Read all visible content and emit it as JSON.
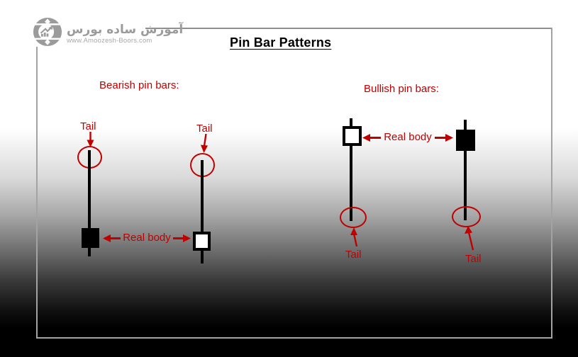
{
  "logo": {
    "brand_name": "آموزش ساده بورس",
    "website": "www.Amoozesh-Boors.com"
  },
  "title": "Pin Bar Patterns",
  "sections": {
    "bearish_label": "Bearish pin bars:",
    "bullish_label": "Bullish pin bars:"
  },
  "annotations": {
    "tail": "Tail",
    "real_body": "Real body"
  },
  "colors": {
    "annotation_red": "#c00000",
    "candle_black": "#000000",
    "logo_gray": "#9b9b9b",
    "frame_gray": "#a3a3a3",
    "background_top": "#ffffff",
    "background_bottom": "#000000"
  },
  "figures": [
    {
      "section": "bearish",
      "pattern": "pin bar",
      "body_fill": "filled",
      "body_position": "bottom",
      "tail_direction": "up"
    },
    {
      "section": "bearish",
      "pattern": "pin bar",
      "body_fill": "hollow",
      "body_position": "bottom",
      "tail_direction": "up"
    },
    {
      "section": "bullish",
      "pattern": "pin bar",
      "body_fill": "hollow",
      "body_position": "top",
      "tail_direction": "down"
    },
    {
      "section": "bullish",
      "pattern": "pin bar",
      "body_fill": "filled",
      "body_position": "top",
      "tail_direction": "down"
    }
  ]
}
